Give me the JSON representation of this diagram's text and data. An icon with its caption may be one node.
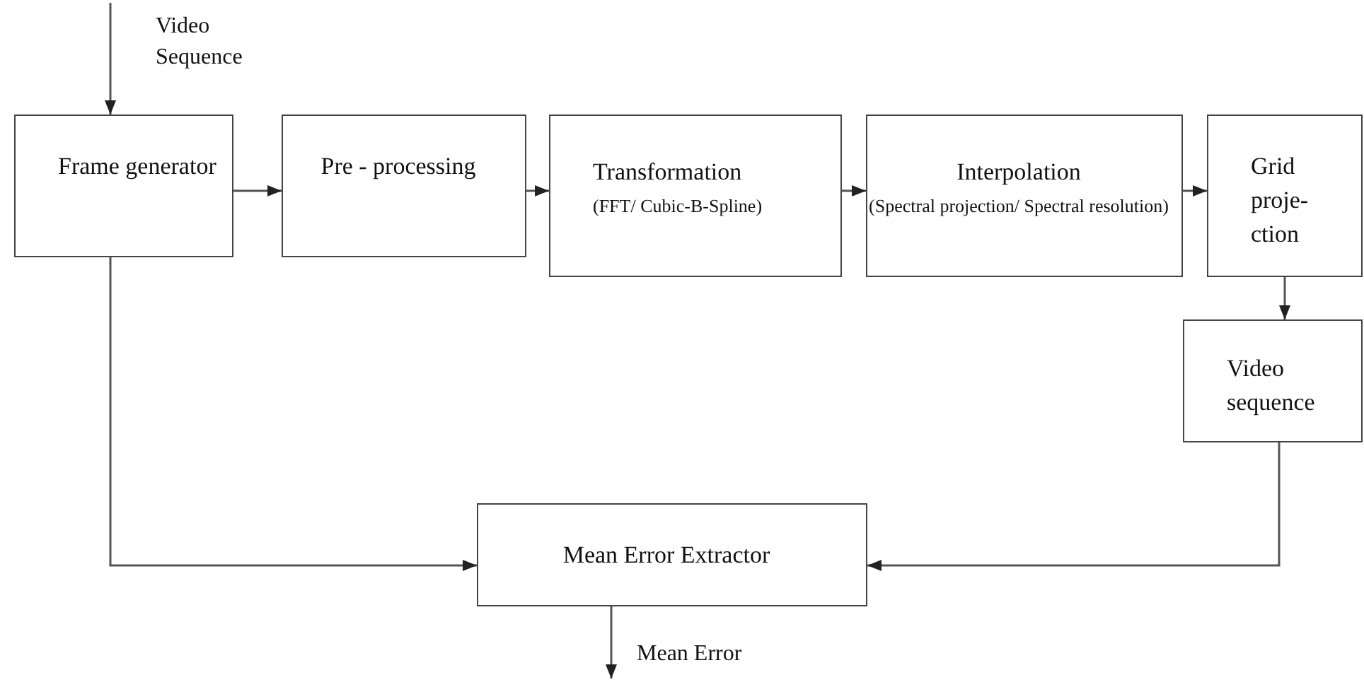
{
  "diagram": {
    "nodes": [
      {
        "text": [
          "Frame generator"
        ]
      },
      {
        "text": [
          "Pre - processing"
        ]
      },
      {
        "text": [
          "Transformation",
          "(FFT/ Cubic-B-Spline)"
        ]
      },
      {
        "text": [
          "Interpolation",
          "(Spectral projection/ Spectral resolution)"
        ]
      },
      {
        "text": [
          "Grid proje- ction"
        ]
      },
      {
        "text": [
          "Video sequence"
        ]
      },
      {
        "text": [
          "Mean Error Extractor"
        ]
      }
    ],
    "edges": [
      {
        "from": null,
        "to": 0,
        "arrow": "to"
      },
      {
        "from": 0,
        "to": 1,
        "arrow": "to"
      },
      {
        "from": 1,
        "to": 2,
        "arrow": "to"
      },
      {
        "from": 2,
        "to": 3,
        "arrow": "to"
      },
      {
        "from": 3,
        "to": 4,
        "arrow": "to"
      },
      {
        "from": 4,
        "to": 5,
        "arrow": "to"
      },
      {
        "from": 0,
        "to": 6,
        "arrow": "to"
      },
      {
        "from": 5,
        "to": 6,
        "arrow": "to"
      },
      {
        "from": 6,
        "to": null,
        "arrow": "to"
      }
    ],
    "labels": [
      "Video Sequence",
      "Mean Error"
    ]
  }
}
